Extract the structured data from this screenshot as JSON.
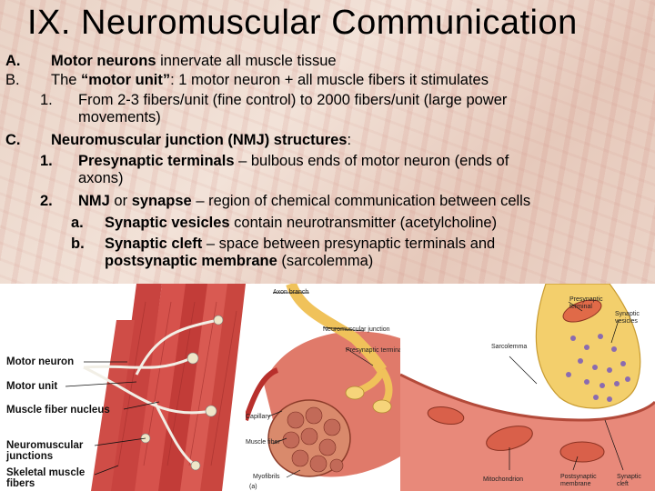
{
  "title": "IX.   Neuromuscular Communication",
  "outline": {
    "a_marker": "A.",
    "a_bold": "Motor neurons",
    "a_text": " innervate all muscle tissue",
    "b_marker": "B.",
    "b_pre": "The ",
    "b_bold": "“motor unit”",
    "b_text": ": 1 motor neuron + all muscle fibers it stimulates",
    "b1_marker": "1.",
    "b1_text": "From 2-3 fibers/unit (fine control) to 2000 fibers/unit (large power",
    "b1_text_cont": "movements)",
    "c_marker": "C.",
    "c_bold": "Neuromuscular junction (NMJ) structures",
    "c_text": ":",
    "c1_marker": "1.",
    "c1_bold": "Presynaptic terminals",
    "c1_text": " – bulbous ends of motor neuron (ends of",
    "c1_text_cont": "axons)",
    "c2_marker": "2.",
    "c2_bold1": "NMJ",
    "c2_mid": " or ",
    "c2_bold2": "synapse",
    "c2_text": " – region of chemical communication between cells",
    "c2a_marker": "a.",
    "c2a_bold": "Synaptic vesicles",
    "c2a_text": " contain neurotransmitter (acetylcholine)",
    "c2b_marker": "b.",
    "c2b_bold": "Synaptic cleft",
    "c2b_text": " – space between presynaptic terminals and",
    "c2b_bold_cont": "postsynaptic membrane",
    "c2b_text_cont": " (sarcolemma)"
  },
  "figure": {
    "left_labels": {
      "motor_neuron": "Motor neuron",
      "motor_unit": "Motor unit",
      "muscle_fiber_nucleus": "Muscle fiber nucleus",
      "neuromuscular_junctions_1": "Neuromuscular",
      "neuromuscular_junctions_2": "junctions",
      "skeletal_muscle_fibers_1": "Skeletal muscle",
      "skeletal_muscle_fibers_2": "fibers"
    },
    "middle_labels": {
      "axon_branch": "Axon branch",
      "neuromuscular_junction": "Neuromuscular junction",
      "presynaptic_terminal": "Presynaptic terminal",
      "capillary": "Capillary",
      "muscle_fiber": "Muscle fiber",
      "myofibrils": "Myofibrils",
      "panel_a": "(a)"
    },
    "right_labels": {
      "presynaptic_terminal_1": "Presynaptic",
      "presynaptic_terminal_2": "terminal",
      "synaptic_vesicles_1": "Synaptic",
      "synaptic_vesicles_2": "vesicles",
      "sarcolemma": "Sarcolemma",
      "mitochondrion": "Mitochondrion",
      "postsynaptic_membrane_1": "Postsynaptic",
      "postsynaptic_membrane_2": "membrane",
      "synaptic_cleft_1": "Synaptic",
      "synaptic_cleft_2": "cleft"
    }
  },
  "colors": {
    "muscle_red": "#c8433f",
    "nerve_yellow": "#f0c25a",
    "vesicle_purple": "#8a6bb0"
  }
}
